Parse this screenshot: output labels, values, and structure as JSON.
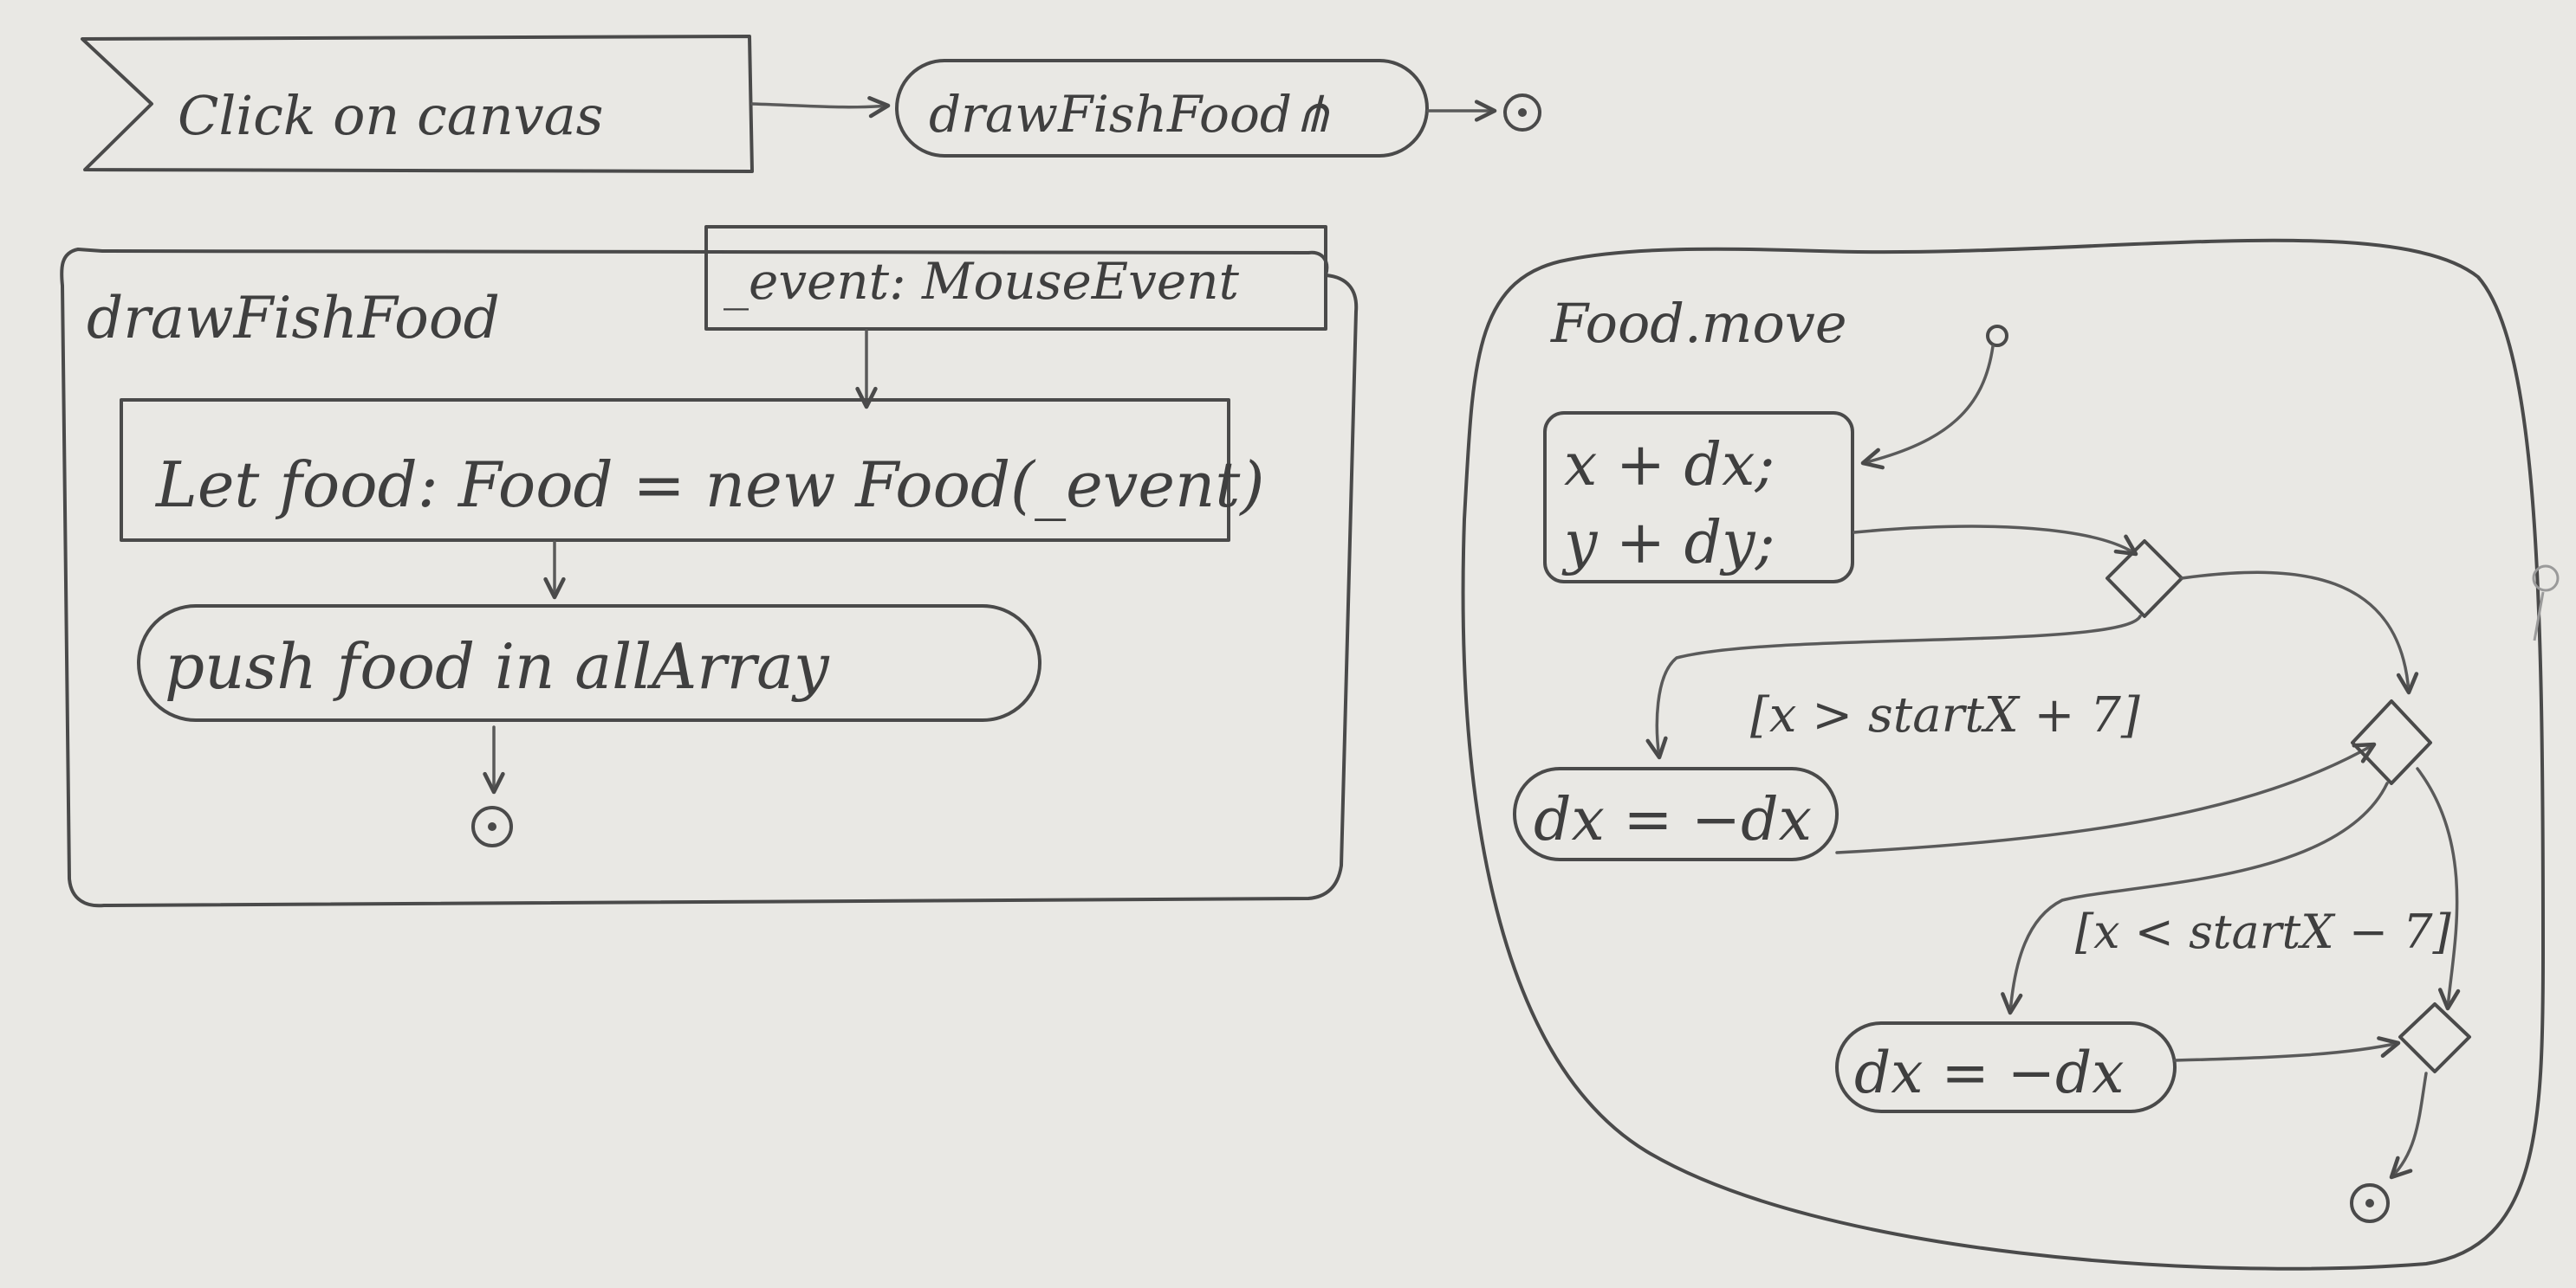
{
  "signal": {
    "label": "Click on canvas"
  },
  "call_action": {
    "label": "drawFishFood⋔"
  },
  "draw_fish_food": {
    "title": "drawFishFood",
    "parameter": "_event: MouseEvent",
    "action_let": "Let food: Food = new Food(_event)",
    "action_push": "push food in allArray"
  },
  "food_move": {
    "title": "Food.move",
    "action_xy_line1": "x + dx;",
    "action_xy_line2": "y + dy;",
    "guard_1": "[x > startX + 7]",
    "action_dx_1": "dx = −dx",
    "guard_2": "[x < startX − 7]",
    "action_dx_2": "dx = −dx"
  },
  "colors": {
    "paper": "#e9e8e4",
    "pencil": "#4a4a4a"
  }
}
